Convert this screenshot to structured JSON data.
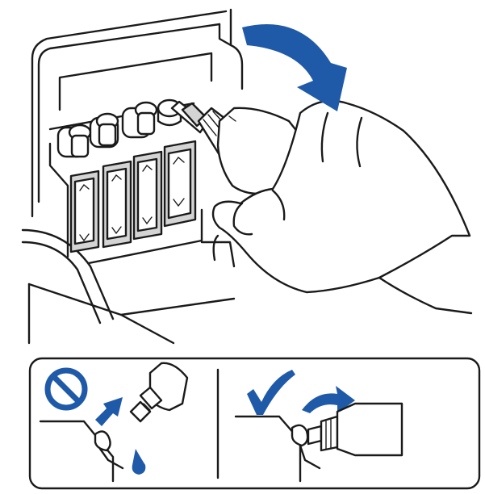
{
  "colors": {
    "accent_blue": "#1f5aa8",
    "line": "#1a1a1a",
    "tank_fill": "#d4d4d4",
    "background": "#ffffff"
  },
  "icons": {
    "main_arrow": "curved-arrow-icon",
    "prohibited": "prohibited-icon",
    "ok": "checkmark-icon",
    "drop": "ink-drop-icon"
  },
  "tanks": {
    "count": 4,
    "bottle_inserted_slot": 4
  },
  "panels": [
    {
      "role": "incorrect",
      "symbol": "prohibited-icon"
    },
    {
      "role": "correct",
      "symbol": "checkmark-icon"
    }
  ]
}
